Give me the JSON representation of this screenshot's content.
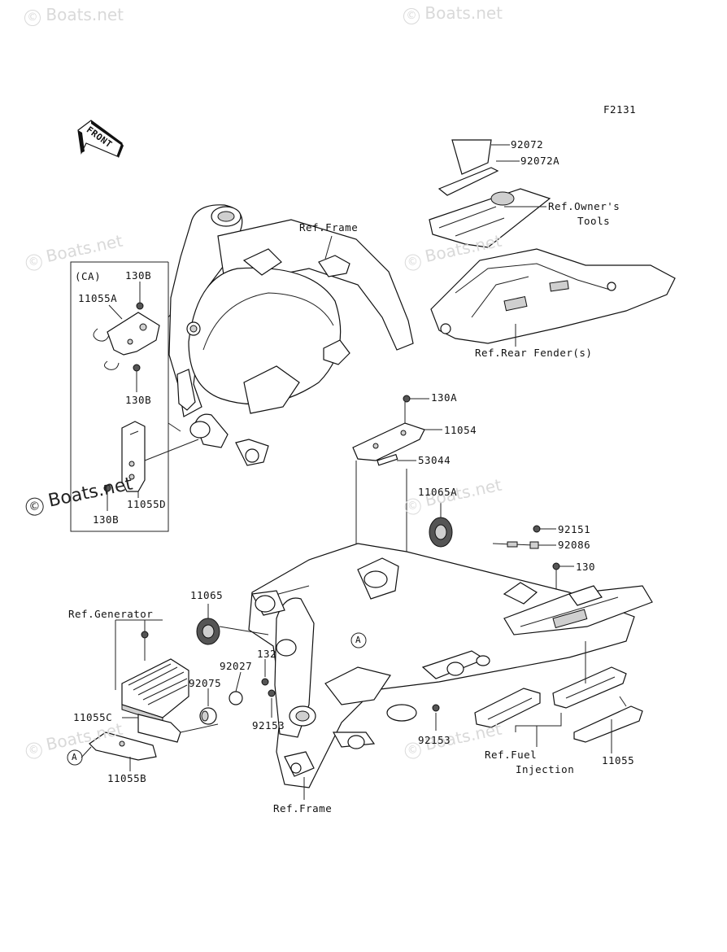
{
  "figure_code": "F2131",
  "front_arrow_text": "FRONT",
  "watermarks": [
    "Boats.net",
    "Boats.net",
    "Boats.net",
    "Boats.net",
    "Boats.net",
    "Boats.net",
    "Boats.net"
  ],
  "watermark_main": "Boats.net",
  "copyright_symbol": "©",
  "labels": {
    "p92072": "92072",
    "p92072a": "92072A",
    "ref_owners_tools_1": "Ref.Owner's",
    "ref_owners_tools_2": "Tools",
    "ref_frame_top": "Ref.Frame",
    "ref_rear_fender": "Ref.Rear Fender(s)",
    "ca": "(CA)",
    "p130b_top": "130B",
    "p11055a": "11055A",
    "p130b_mid": "130B",
    "p11055d": "11055D",
    "p130b_bot": "130B",
    "p130a": "130A",
    "p11054": "11054",
    "p53044": "53044",
    "p11065a": "11065A",
    "p92151": "92151",
    "p92086": "92086",
    "p130": "130",
    "p11065": "11065",
    "ref_generator": "Ref.Generator",
    "p132": "132",
    "p92027": "92027",
    "p92075": "92075",
    "p92153_left": "92153",
    "p92153_right": "92153",
    "p11055c": "11055C",
    "p11055b": "11055B",
    "ref_fuel_1": "Ref.Fuel",
    "ref_fuel_2": "Injection",
    "p11055": "11055",
    "ref_frame_bottom": "Ref.Frame",
    "marker_a1": "A",
    "marker_a2": "A"
  }
}
